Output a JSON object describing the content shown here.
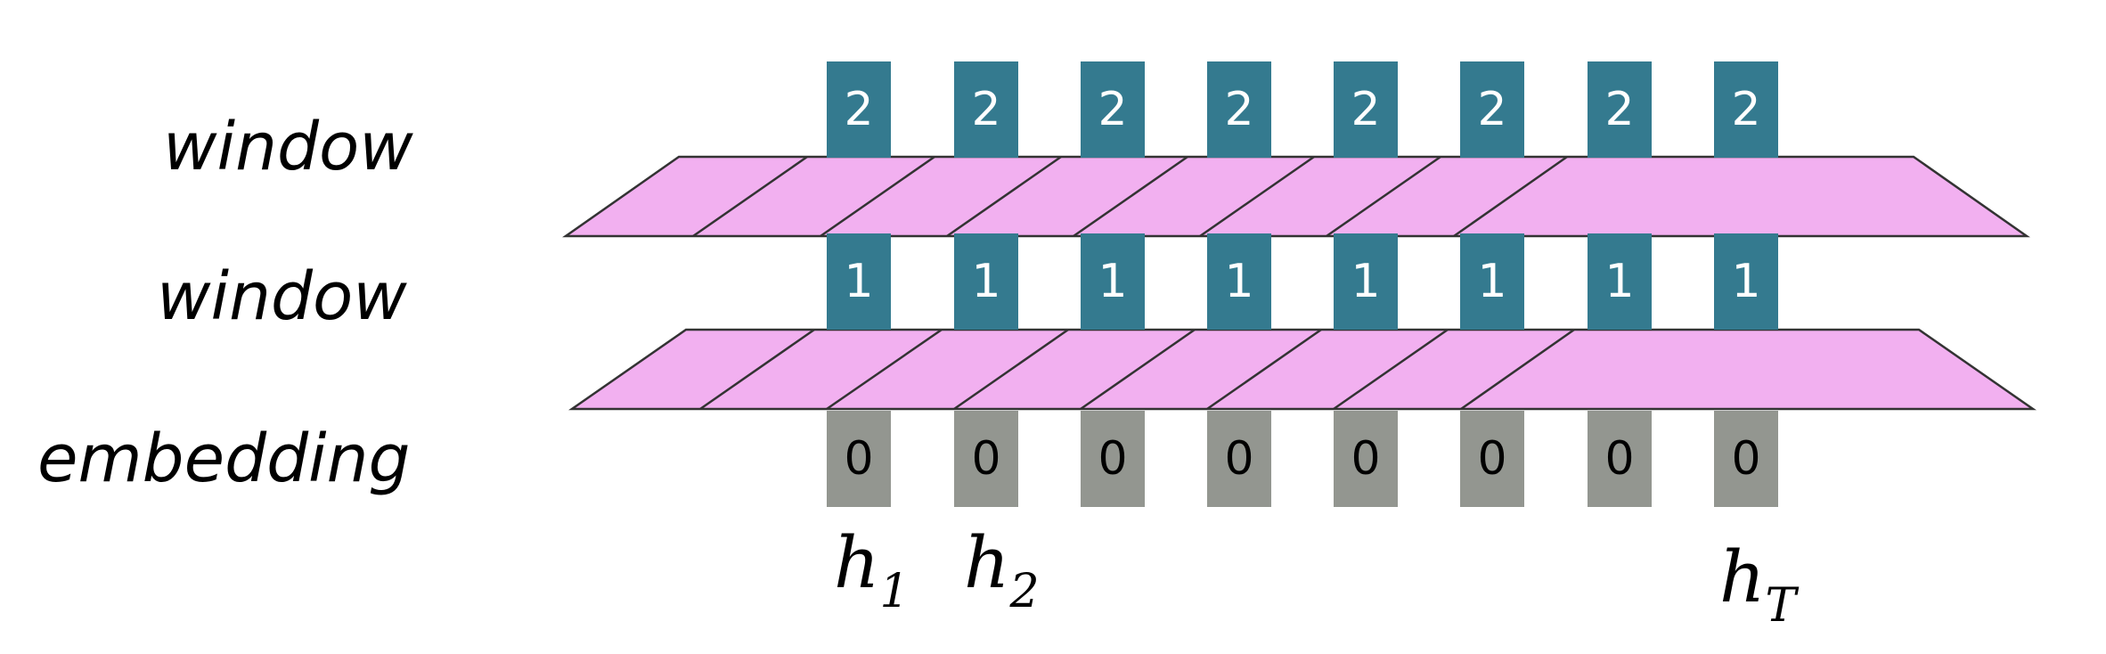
{
  "labels": {
    "top_window": "window",
    "mid_window": "window",
    "embedding": "embedding"
  },
  "layers": {
    "layer2_values": [
      "2",
      "2",
      "2",
      "2",
      "2",
      "2",
      "2",
      "2"
    ],
    "layer1_values": [
      "1",
      "1",
      "1",
      "1",
      "1",
      "1",
      "1",
      "1"
    ],
    "layer0_values": [
      "0",
      "0",
      "0",
      "0",
      "0",
      "0",
      "0",
      "0"
    ]
  },
  "hidden_labels": [
    {
      "base": "h",
      "sub": "1"
    },
    {
      "base": "h",
      "sub": "2"
    },
    {
      "base": "h",
      "sub": "T"
    }
  ],
  "colors": {
    "teal": "#347a8f",
    "gray": "#939690",
    "pink": "#f2b0f0",
    "outline": "#333333"
  }
}
